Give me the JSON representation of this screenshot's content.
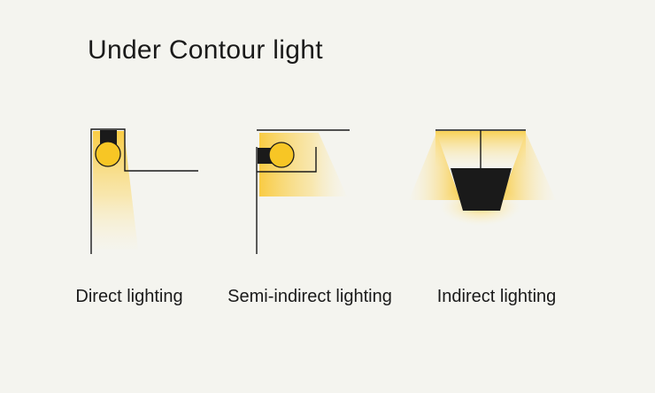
{
  "title": "Under Contour light",
  "colors": {
    "background": "#f4f4ef",
    "light": "#f9cf3d",
    "line": "#1a1a1a"
  },
  "panels": [
    {
      "id": "direct",
      "label": "Direct lighting",
      "icon": "downlight-fixture-icon"
    },
    {
      "id": "semi",
      "label": "Semi-indirect lighting",
      "icon": "wall-washer-fixture-icon"
    },
    {
      "id": "indirect",
      "label": "Indirect lighting",
      "icon": "pendant-uplight-icon"
    }
  ]
}
